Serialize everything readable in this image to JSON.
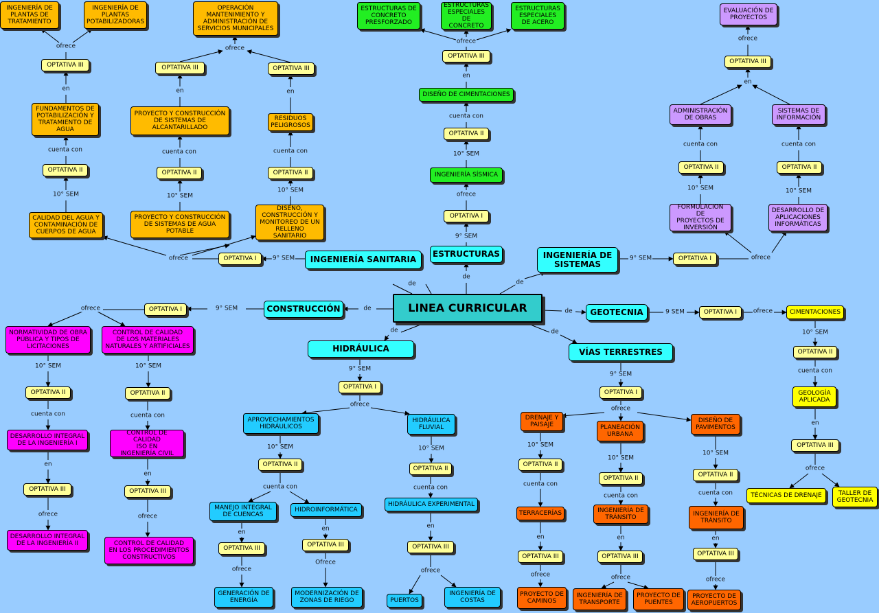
{
  "nodes": [
    {
      "id": "hub",
      "text": "LINEA CURRICULAR",
      "c": "hub"
    },
    {
      "id": "san",
      "text": "INGENIERÍA SANITARIA",
      "c": "main"
    },
    {
      "id": "est",
      "text": "ESTRUCTURAS",
      "c": "main"
    },
    {
      "id": "sis",
      "text": "INGENIERÍA DE\nSISTEMAS",
      "c": "main"
    },
    {
      "id": "con",
      "text": "CONSTRUCCIÓN",
      "c": "main"
    },
    {
      "id": "geo",
      "text": "GEOTECNIA",
      "c": "main"
    },
    {
      "id": "hid",
      "text": "HIDRÁULICA",
      "c": "main"
    },
    {
      "id": "vias",
      "text": "VÍAS TERRESTRES",
      "c": "main"
    },
    {
      "id": "s_o1",
      "text": "OPTATIVA I",
      "c": "opt"
    },
    {
      "id": "s_calidad",
      "text": "CALIDAD DEL AGUA Y\nCONTAMINACIÓN DE\nCUERPOS DE AGUA",
      "c": "c-org"
    },
    {
      "id": "s_proy_agua",
      "text": "PROYECTO Y CONSTRUCCIÓN\nDE SISTEMAS DE  AGUA\nPOTABLE",
      "c": "c-org"
    },
    {
      "id": "s_diseno_rell",
      "text": "DISEÑO,\nCONSTRUCCIÓN Y\nMONITOREO DE UN\nRELLENO SANITARIO",
      "c": "c-org"
    },
    {
      "id": "s_o2a",
      "text": "OPTATIVA II",
      "c": "opt"
    },
    {
      "id": "s_o2b",
      "text": "OPTATIVA II",
      "c": "opt"
    },
    {
      "id": "s_o2c",
      "text": "OPTATIVA II",
      "c": "opt"
    },
    {
      "id": "s_fund",
      "text": "FUNDAMENTOS DE\nPOTABILIZACIÓN Y\nTRATAMIENTO DE\nAGUA",
      "c": "c-org"
    },
    {
      "id": "s_alcant",
      "text": "PROYECTO Y CONSTRUCCIÓN\nDE SISTEMAS DE\nALCANTARILLADO",
      "c": "c-org"
    },
    {
      "id": "s_resid",
      "text": "RESIDUOS\nPELIGROSOS",
      "c": "c-org"
    },
    {
      "id": "s_o3a",
      "text": "OPTATIVA III",
      "c": "opt"
    },
    {
      "id": "s_o3b",
      "text": "OPTATIVA III",
      "c": "opt"
    },
    {
      "id": "s_o3c",
      "text": "OPTATIVA III",
      "c": "opt"
    },
    {
      "id": "s_plant_trat",
      "text": "INGENIERÍA DE\nPLANTAS DE\nTRATAMIENTO",
      "c": "c-org"
    },
    {
      "id": "s_plant_pot",
      "text": "INGENIERÍA DE\nPLANTAS\nPOTABILIZADORAS",
      "c": "c-org"
    },
    {
      "id": "s_operac",
      "text": "OPERACIÓN\nMANTENIMIENTO Y\nADMINISTRACIÓN DE\nSERVICIOS MUNICIPALES",
      "c": "c-org"
    },
    {
      "id": "e_o1",
      "text": "OPTATIVA I",
      "c": "opt"
    },
    {
      "id": "e_sism",
      "text": "INGENIERÍA SÍSMICA",
      "c": "c-grn"
    },
    {
      "id": "e_o2",
      "text": "OPTATIVA II",
      "c": "opt"
    },
    {
      "id": "e_cimen",
      "text": "DISEÑO DE CIMENTACIONES",
      "c": "c-grn"
    },
    {
      "id": "e_o3",
      "text": "OPTATIVA III",
      "c": "opt"
    },
    {
      "id": "e_presf",
      "text": "ESTRUCTURAS DE\nCONCRETO\nPRESFORZADO",
      "c": "c-grn"
    },
    {
      "id": "e_concr",
      "text": "ESTRUCTURAS\nESPECIALES\nDE CONCRETO",
      "c": "c-grn"
    },
    {
      "id": "e_acero",
      "text": "ESTRUCTURAS\nESPECIALES\nDE ACERO",
      "c": "c-grn"
    },
    {
      "id": "y_o1",
      "text": "OPTATIVA I",
      "c": "opt"
    },
    {
      "id": "y_form",
      "text": "FORMULACIÓN DE\nPROYECTOS DE\nINVERSIÓN",
      "c": "c-pur"
    },
    {
      "id": "y_desa",
      "text": "DESARROLLO DE\nAPLICACIONES\nINFORMÁTICAS",
      "c": "c-pur"
    },
    {
      "id": "y_o2a",
      "text": "OPTATIVA II",
      "c": "opt"
    },
    {
      "id": "y_o2b",
      "text": "OPTATIVA II",
      "c": "opt"
    },
    {
      "id": "y_admin",
      "text": "ADMINISTRACIÓN\nDE OBRAS",
      "c": "c-pur"
    },
    {
      "id": "y_sist",
      "text": "SISTEMAS DE\nINFORMACIÓN",
      "c": "c-pur"
    },
    {
      "id": "y_o3",
      "text": "OPTATIVA III",
      "c": "opt"
    },
    {
      "id": "y_eval",
      "text": "EVALUACIÓN DE\nPROYECTOS",
      "c": "c-pur"
    },
    {
      "id": "c_o1",
      "text": "OPTATIVA I",
      "c": "opt"
    },
    {
      "id": "c_norm",
      "text": "NORMATIVIDAD DE OBRA\nPÚBLICA Y TIPOS DE\nLICITACIONES",
      "c": "c-mag"
    },
    {
      "id": "c_ctrl",
      "text": "CONTROL DE CALIDAD\nDE LOS MATERIALES\nNATURALES Y ARTIFICIALES",
      "c": "c-mag"
    },
    {
      "id": "c_o2a",
      "text": "OPTATIVA II",
      "c": "opt"
    },
    {
      "id": "c_o2b",
      "text": "OPTATIVA II",
      "c": "opt"
    },
    {
      "id": "c_des1",
      "text": "DESARROLLO INTEGRAL\nDE LA INGENIERÍA I",
      "c": "c-mag"
    },
    {
      "id": "c_iso",
      "text": "CONTROL DE CALIDAD\nISO EN\nINGENIERÍA CIVIL",
      "c": "c-mag"
    },
    {
      "id": "c_o3a",
      "text": "OPTATIVA III",
      "c": "opt"
    },
    {
      "id": "c_o3b",
      "text": "OPTATIVA III",
      "c": "opt"
    },
    {
      "id": "c_des2",
      "text": "DESARROLLO INTEGRAL\nDE LA INGENIERÍA II",
      "c": "c-mag"
    },
    {
      "id": "c_proc",
      "text": "CONTROL DE CALIDAD\nEN LOS PROCEDIMIENTOS\nCONSTRUCTIVOS",
      "c": "c-mag"
    },
    {
      "id": "g_o1",
      "text": "OPTATIVA I",
      "c": "opt"
    },
    {
      "id": "g_cim",
      "text": "CIMENTACIONES",
      "c": "c-yel"
    },
    {
      "id": "g_o2",
      "text": "OPTATIVA II",
      "c": "opt"
    },
    {
      "id": "g_geol",
      "text": "GEOLOGÍA\nAPLICADA",
      "c": "c-yel"
    },
    {
      "id": "g_o3",
      "text": "OPTATIVA III",
      "c": "opt"
    },
    {
      "id": "g_dren",
      "text": "TÉCNICAS DE DRENAJE",
      "c": "c-yel"
    },
    {
      "id": "g_taller",
      "text": "TALLER DE\nGEOTECNIA",
      "c": "c-yel"
    },
    {
      "id": "h_o1",
      "text": "OPTATIVA I",
      "c": "opt"
    },
    {
      "id": "h_aprov",
      "text": "APROVECHAMIENTOS\nHIDRÁULICOS",
      "c": "c-blu"
    },
    {
      "id": "h_fluv",
      "text": "HIDRÁULICA\nFLUVIAL",
      "c": "c-blu"
    },
    {
      "id": "h_o2a",
      "text": "OPTATIVA II",
      "c": "opt"
    },
    {
      "id": "h_o2b",
      "text": "OPTATIVA II",
      "c": "opt"
    },
    {
      "id": "h_manejo",
      "text": "MANEJO INTEGRAL\nDE CUENCAS",
      "c": "c-blu"
    },
    {
      "id": "h_hinf",
      "text": "HIDROINFORMÁTICA",
      "c": "c-blu"
    },
    {
      "id": "h_exp",
      "text": "HIDRÁULICA EXPERIMENTAL",
      "c": "c-blu"
    },
    {
      "id": "h_o3a",
      "text": "OPTATIVA III",
      "c": "opt"
    },
    {
      "id": "h_o3b",
      "text": "OPTATIVA III",
      "c": "opt"
    },
    {
      "id": "h_o3c",
      "text": "OPTATIVA III",
      "c": "opt"
    },
    {
      "id": "h_gen",
      "text": "GENERACIÓN DE\nENERGÍA",
      "c": "c-blu"
    },
    {
      "id": "h_mod",
      "text": "MODERNIZACIÓN DE\nZONAS DE RIEGO",
      "c": "c-blu"
    },
    {
      "id": "h_puer",
      "text": "PUERTOS",
      "c": "c-blu"
    },
    {
      "id": "h_cost",
      "text": "INGENIERÍA DE\nCOSTAS",
      "c": "c-blu"
    },
    {
      "id": "v_o1",
      "text": "OPTATIVA I",
      "c": "opt"
    },
    {
      "id": "v_dren",
      "text": "DRENAJE Y\nPAISAJE",
      "c": "c-ora"
    },
    {
      "id": "v_plan",
      "text": "PLANEACIÓN\nURBANA",
      "c": "c-ora"
    },
    {
      "id": "v_pav",
      "text": "DISEÑO DE\nPAVIMENTOS",
      "c": "c-ora"
    },
    {
      "id": "v_o2a",
      "text": "OPTATIVA II",
      "c": "opt"
    },
    {
      "id": "v_o2b",
      "text": "OPTATIVA II",
      "c": "opt"
    },
    {
      "id": "v_o2c",
      "text": "OPTATIVA II",
      "c": "opt"
    },
    {
      "id": "v_terr",
      "text": "TERRACERÍAS",
      "c": "c-ora"
    },
    {
      "id": "v_tran1",
      "text": "INGENIERÍA DE\nTRÁNSITO",
      "c": "c-ora"
    },
    {
      "id": "v_tran2",
      "text": "INGENIERÍA DE\nTRÁNSITO",
      "c": "c-ora"
    },
    {
      "id": "v_o3a",
      "text": "OPTATIVA III",
      "c": "opt"
    },
    {
      "id": "v_o3b",
      "text": "OPTATIVA III",
      "c": "opt"
    },
    {
      "id": "v_o3c",
      "text": "OPTATIVA III",
      "c": "opt"
    },
    {
      "id": "v_camin",
      "text": "PROYECTO DE\nCAMINOS",
      "c": "c-ora"
    },
    {
      "id": "v_transp",
      "text": "INGENIERÍA DE\nTRANSPORTE",
      "c": "c-ora"
    },
    {
      "id": "v_puent",
      "text": "PROYECTO DE\nPUENTES",
      "c": "c-ora"
    },
    {
      "id": "v_aerop",
      "text": "PROYECTO DE\nAEROPUERTOS",
      "c": "c-ora"
    }
  ],
  "links": [
    {
      "id": "l_hub_san",
      "text": "de"
    },
    {
      "id": "l_hub_est",
      "text": "de"
    },
    {
      "id": "l_hub_sis",
      "text": "de"
    },
    {
      "id": "l_hub_con",
      "text": "de"
    },
    {
      "id": "l_hub_geo",
      "text": "de"
    },
    {
      "id": "l_hub_hid",
      "text": "de"
    },
    {
      "id": "l_hub_vias",
      "text": "de"
    },
    {
      "id": "l_s_sem",
      "text": "9° SEM"
    },
    {
      "id": "l_s_ofr",
      "text": "ofrece"
    },
    {
      "id": "l_s_sem2a",
      "text": "10° SEM"
    },
    {
      "id": "l_s_sem2b",
      "text": "10° SEM"
    },
    {
      "id": "l_s_sem2c",
      "text": "10° SEM"
    },
    {
      "id": "l_s_cc_a",
      "text": "cuenta con"
    },
    {
      "id": "l_s_cc_b",
      "text": "cuenta con"
    },
    {
      "id": "l_s_cc_c",
      "text": "cuenta con"
    },
    {
      "id": "l_s_en_a",
      "text": "en"
    },
    {
      "id": "l_s_en_b",
      "text": "en"
    },
    {
      "id": "l_s_en_c",
      "text": "en"
    },
    {
      "id": "l_s_ofr_a",
      "text": "ofrece"
    },
    {
      "id": "l_s_ofr_b",
      "text": "ofrece"
    },
    {
      "id": "l_e_sem",
      "text": "9° SEM"
    },
    {
      "id": "l_e_ofr",
      "text": "ofrece"
    },
    {
      "id": "l_e_sem2",
      "text": "10° SEM"
    },
    {
      "id": "l_e_cc",
      "text": "cuenta con"
    },
    {
      "id": "l_e_en",
      "text": "en"
    },
    {
      "id": "l_e_ofr2",
      "text": "ofrece"
    },
    {
      "id": "l_y_sem",
      "text": "9° SEM"
    },
    {
      "id": "l_y_ofr",
      "text": "ofrece"
    },
    {
      "id": "l_y_sem2a",
      "text": "10° SEM"
    },
    {
      "id": "l_y_sem2b",
      "text": "10° SEM"
    },
    {
      "id": "l_y_cc_a",
      "text": "cuenta con"
    },
    {
      "id": "l_y_cc_b",
      "text": "cuenta con"
    },
    {
      "id": "l_y_en",
      "text": "en"
    },
    {
      "id": "l_y_ofr2",
      "text": "ofrece"
    },
    {
      "id": "l_c_sem",
      "text": "9° SEM"
    },
    {
      "id": "l_c_ofr",
      "text": "ofrece"
    },
    {
      "id": "l_c_sem2a",
      "text": "10° SEM"
    },
    {
      "id": "l_c_sem2b",
      "text": "10° SEM"
    },
    {
      "id": "l_c_cc_a",
      "text": "cuenta con"
    },
    {
      "id": "l_c_cc_b",
      "text": "cuenta con"
    },
    {
      "id": "l_c_en_a",
      "text": "en"
    },
    {
      "id": "l_c_en_b",
      "text": "en"
    },
    {
      "id": "l_c_ofr_a",
      "text": "ofrece"
    },
    {
      "id": "l_c_ofr_b",
      "text": "ofrece"
    },
    {
      "id": "l_g_sem",
      "text": "9  SEM"
    },
    {
      "id": "l_g_ofr",
      "text": "ofrece"
    },
    {
      "id": "l_g_sem2",
      "text": "10° SEM"
    },
    {
      "id": "l_g_cc",
      "text": "cuenta con"
    },
    {
      "id": "l_g_en",
      "text": "en"
    },
    {
      "id": "l_g_ofr2",
      "text": "ofrece"
    },
    {
      "id": "l_h_sem",
      "text": "9° SEM"
    },
    {
      "id": "l_h_ofr",
      "text": "ofrece"
    },
    {
      "id": "l_h_sem2a",
      "text": "10° SEM"
    },
    {
      "id": "l_h_sem2b",
      "text": "10° SEM"
    },
    {
      "id": "l_h_cc_a",
      "text": "cuenta con"
    },
    {
      "id": "l_h_cc_b",
      "text": "cuenta con"
    },
    {
      "id": "l_h_en_a",
      "text": "en"
    },
    {
      "id": "l_h_en_b",
      "text": "en"
    },
    {
      "id": "l_h_en_c",
      "text": "en"
    },
    {
      "id": "l_h_ofr_a",
      "text": "ofrece"
    },
    {
      "id": "l_h_ofr_b",
      "text": "Ofrece"
    },
    {
      "id": "l_h_ofr_c",
      "text": "ofrece"
    },
    {
      "id": "l_v_sem",
      "text": "9° SEM"
    },
    {
      "id": "l_v_ofr",
      "text": "ofrece"
    },
    {
      "id": "l_v_sem2a",
      "text": "10° SEM"
    },
    {
      "id": "l_v_sem2b",
      "text": "10° SEM"
    },
    {
      "id": "l_v_sem2c",
      "text": "10° SEM"
    },
    {
      "id": "l_v_cc_a",
      "text": "cuenta con"
    },
    {
      "id": "l_v_cc_b",
      "text": "cuenta con"
    },
    {
      "id": "l_v_cc_c",
      "text": "cuenta con"
    },
    {
      "id": "l_v_en_a",
      "text": "en"
    },
    {
      "id": "l_v_en_b",
      "text": "en"
    },
    {
      "id": "l_v_en_c",
      "text": "en"
    },
    {
      "id": "l_v_ofr_a",
      "text": "ofrece"
    },
    {
      "id": "l_v_ofr_b",
      "text": "ofrece"
    },
    {
      "id": "l_v_ofr_c",
      "text": "ofrece"
    }
  ]
}
